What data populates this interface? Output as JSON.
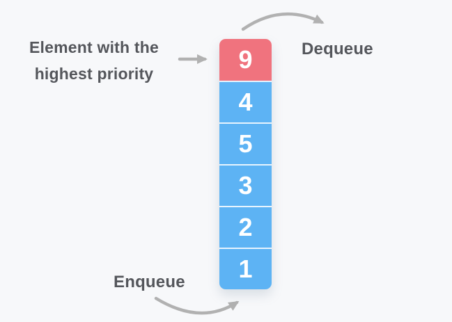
{
  "diagram": {
    "labels": {
      "highest_priority_line1": "Element with the",
      "highest_priority_line2": "highest priority",
      "dequeue": "Dequeue",
      "enqueue": "Enqueue"
    },
    "queue": {
      "cells": [
        {
          "value": "9",
          "highest_priority": true
        },
        {
          "value": "4",
          "highest_priority": false
        },
        {
          "value": "5",
          "highest_priority": false
        },
        {
          "value": "3",
          "highest_priority": false
        },
        {
          "value": "2",
          "highest_priority": false
        },
        {
          "value": "1",
          "highest_priority": false
        }
      ]
    },
    "colors": {
      "background": "#f7f8fa",
      "cell_blue": "#5db3f4",
      "cell_red": "#f0737e",
      "cell_text": "#ffffff",
      "label_text": "#54565b",
      "arrow": "#b1b1b1"
    }
  }
}
